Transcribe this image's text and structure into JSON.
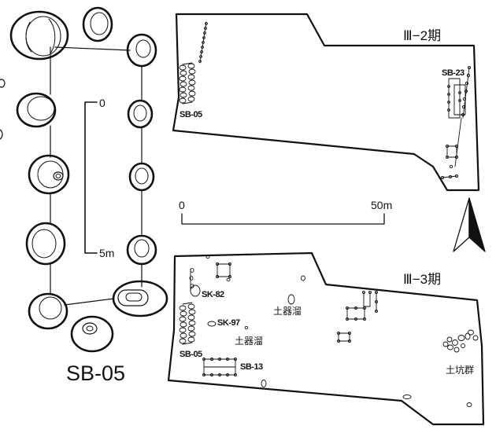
{
  "left_detail": {
    "title": "SB-05",
    "scale": {
      "top_label": "0",
      "bottom_label": "5m"
    }
  },
  "upper_map": {
    "period_label": "Ⅲ−2期",
    "labels": {
      "sb05": "SB-05",
      "sb23": "SB-23"
    }
  },
  "scale_bar": {
    "start_label": "0",
    "end_label": "50m"
  },
  "north_arrow": {
    "icon": "north-arrow-icon"
  },
  "lower_map": {
    "period_label": "Ⅲ−3期",
    "labels": {
      "sk82": "SK-82",
      "sk97": "SK-97",
      "sb05": "SB-05",
      "sb13": "SB-13",
      "pottery1": "土器溜",
      "pottery2": "土器溜",
      "pit_group": "土坑群"
    }
  },
  "colors": {
    "ink": "#111111",
    "background": "#ffffff"
  }
}
